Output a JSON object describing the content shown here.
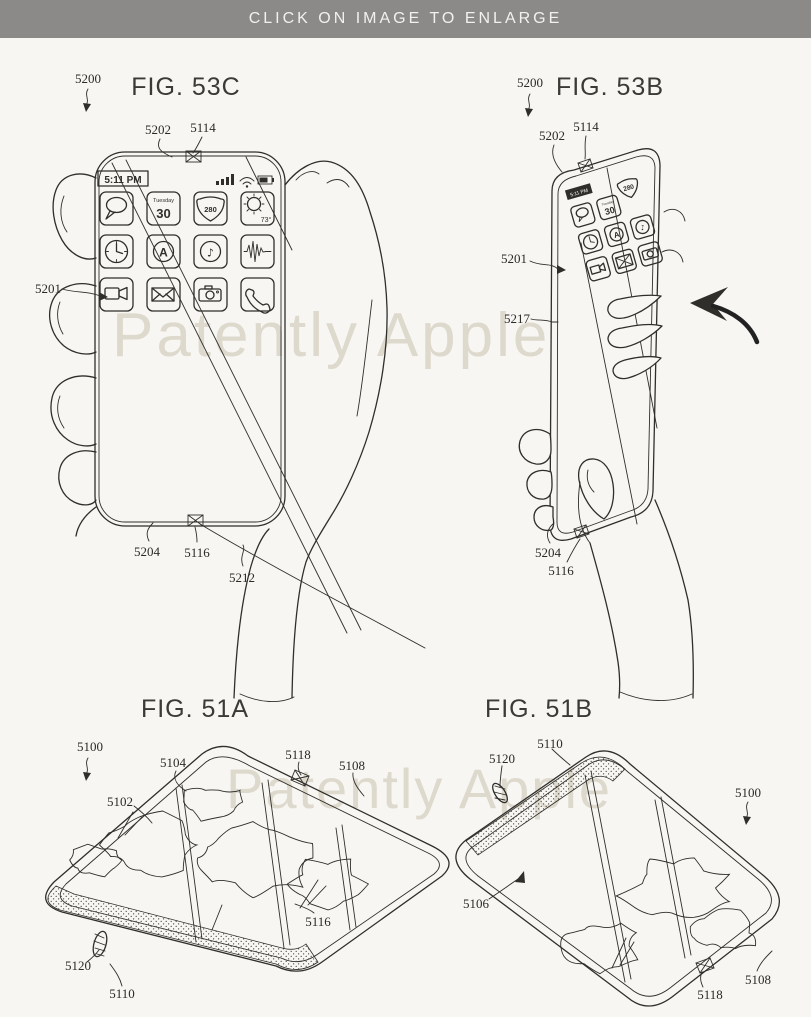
{
  "banner": {
    "text": "CLICK ON IMAGE TO ENLARGE"
  },
  "watermark": {
    "text": "Patently Apple"
  },
  "colors": {
    "banner_bg": "#8b8a88",
    "banner_fg": "#f2f1ee",
    "page_bg": "#f7f6f2",
    "ink": "#2f2e2b",
    "watermark": "#d7d2c3"
  },
  "fig53c": {
    "title": "FIG. 53C",
    "labels": {
      "l5200": "5200",
      "l5202": "5202",
      "l5114": "5114",
      "l5201": "5201",
      "l5204": "5204",
      "l5116": "5116",
      "l5212": "5212"
    }
  },
  "fig53b": {
    "title": "FIG. 53B",
    "labels": {
      "l5200": "5200",
      "l5202": "5202",
      "l5114": "5114",
      "l5201": "5201",
      "l5217": "5217",
      "l5204": "5204",
      "l5116": "5116"
    }
  },
  "fig51a": {
    "title": "FIG. 51A",
    "labels": {
      "l5100": "5100",
      "l5104": "5104",
      "l5118": "5118",
      "l5108": "5108",
      "l5102": "5102",
      "l5116": "5116",
      "l5120": "5120",
      "l5110": "5110"
    }
  },
  "fig51b": {
    "title": "FIG. 51B",
    "labels": {
      "l5110": "5110",
      "l5120": "5120",
      "l5100": "5100",
      "l5106": "5106",
      "l5118": "5118",
      "l5108": "5108"
    }
  },
  "phone": {
    "time": "5:11 PM",
    "calendar_day": "Tuesday",
    "calendar_date": "30",
    "route": "280",
    "temp": "73°",
    "appstore_letter": "A",
    "music_note": "♪",
    "status_icons": [
      "signal-bars",
      "wifi",
      "battery"
    ],
    "app_icons": [
      "messages",
      "calendar",
      "maps-route",
      "weather",
      "clock",
      "app-store",
      "music",
      "voice-waveform",
      "video-camera",
      "mail",
      "camera",
      "phone"
    ]
  }
}
